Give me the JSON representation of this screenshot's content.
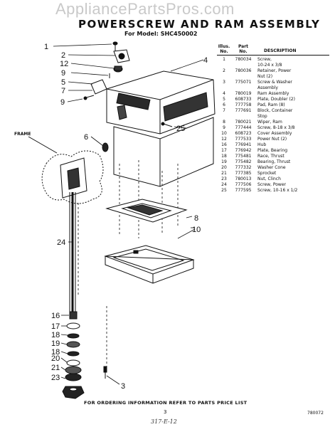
{
  "watermark": "AppliancePartsPros.com",
  "header": {
    "title": "POWERSCREW AND RAM ASSEMBLY",
    "model_line": "For Model: SHC450002"
  },
  "diagram": {
    "frame_label": "FRAME",
    "callouts": [
      "1",
      "2",
      "12",
      "9",
      "5",
      "7",
      "9",
      "6",
      "25",
      "8",
      "10",
      "24",
      "16",
      "17",
      "18",
      "19",
      "18",
      "20",
      "21",
      "23",
      "3"
    ]
  },
  "parts_table": {
    "headers": {
      "illus": [
        "Illus.",
        "No."
      ],
      "part": [
        "Part",
        "No."
      ],
      "desc": "DESCRIPTION"
    },
    "rows": [
      {
        "illus": "1",
        "part": "780034",
        "desc": "Screw,"
      },
      {
        "illus": "",
        "part": "",
        "desc": "10-24 x 3/8"
      },
      {
        "illus": "2",
        "part": "780036",
        "desc": "Retainer, Power"
      },
      {
        "illus": "",
        "part": "",
        "desc": "Nut (2)"
      },
      {
        "illus": "3",
        "part": "775071",
        "desc": "Screw & Washer"
      },
      {
        "illus": "",
        "part": "",
        "desc": "Assembly"
      },
      {
        "illus": "4",
        "part": "780019",
        "desc": "Ram Assembly"
      },
      {
        "illus": "5",
        "part": "608733",
        "desc": "Plate, Doubler (2)"
      },
      {
        "illus": "6",
        "part": "777758",
        "desc": "Pad, Ram (8)"
      },
      {
        "illus": "7",
        "part": "777691",
        "desc": "Block, Container"
      },
      {
        "illus": "",
        "part": "",
        "desc": "Stop"
      },
      {
        "illus": "8",
        "part": "780021",
        "desc": "Wiper, Ram"
      },
      {
        "illus": "9",
        "part": "777444",
        "desc": "Screw, 8-18 x 3/8"
      },
      {
        "illus": "10",
        "part": "608723",
        "desc": "Cover Assembly"
      },
      {
        "illus": "12",
        "part": "777533",
        "desc": "Power Nut (2)"
      },
      {
        "illus": "16",
        "part": "776941",
        "desc": "Hub"
      },
      {
        "illus": "17",
        "part": "776942",
        "desc": "Plate, Bearing"
      },
      {
        "illus": "18",
        "part": "775481",
        "desc": "Race, Thrust"
      },
      {
        "illus": "19",
        "part": "775482",
        "desc": "Bearing, Thrust"
      },
      {
        "illus": "20",
        "part": "777332",
        "desc": "Washer Cone"
      },
      {
        "illus": "21",
        "part": "777385",
        "desc": "Sprocket"
      },
      {
        "illus": "23",
        "part": "780013",
        "desc": "Nut, Clinch"
      },
      {
        "illus": "24",
        "part": "777506",
        "desc": "Screw, Power"
      },
      {
        "illus": "25",
        "part": "777595",
        "desc": "Screw, 10-16 x 1/2"
      }
    ]
  },
  "footer": {
    "note": "FOR ORDERING INFORMATION REFER TO PARTS PRICE LIST",
    "page_number": "3",
    "doc_code": "780072",
    "handwritten": "317-E-12"
  }
}
